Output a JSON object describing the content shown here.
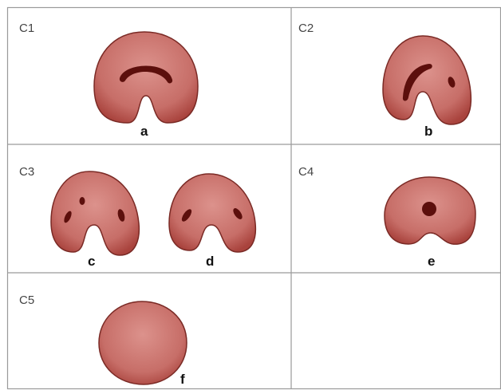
{
  "colors": {
    "grid_line": "#9a9a9a",
    "shape_fill_light": "#d98a85",
    "shape_fill_dark": "#a9433d",
    "shape_outline": "#7a2a25",
    "lumen_fill": "#5c0f0c"
  },
  "cells": [
    {
      "label": "C1",
      "shapes": [
        {
          "letter": "a",
          "kind": "c-shaped-canal",
          "icon": "arch-with-continuous-groove"
        }
      ]
    },
    {
      "label": "C2",
      "shapes": [
        {
          "letter": "b",
          "kind": "semicolon-canal",
          "icon": "arch-with-groove-and-dot"
        }
      ]
    },
    {
      "label": "C3",
      "shapes": [
        {
          "letter": "c",
          "kind": "separate-canals",
          "icon": "arch-with-three-canals"
        },
        {
          "letter": "d",
          "kind": "separate-canals",
          "icon": "arch-with-two-canals"
        }
      ]
    },
    {
      "label": "C4",
      "shapes": [
        {
          "letter": "e",
          "kind": "single-round-canal",
          "icon": "arch-with-central-dot"
        }
      ]
    },
    {
      "label": "C5",
      "shapes": [
        {
          "letter": "f",
          "kind": "no-canal",
          "icon": "round-disc"
        }
      ]
    },
    {
      "label": "",
      "shapes": []
    }
  ]
}
